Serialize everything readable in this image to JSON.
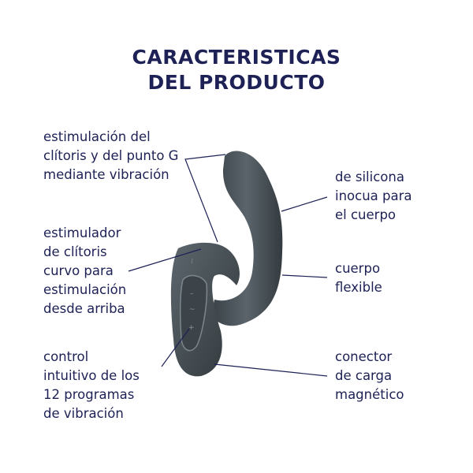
{
  "title": {
    "line1": "CARACTERISTICAS",
    "line2": "DEL PRODUCTO"
  },
  "labels": {
    "gspot": [
      "estimulación del",
      "clítoris y del punto G",
      "mediante vibración"
    ],
    "curved": [
      "estimulador",
      "de clítoris",
      "curvo para",
      "estimulación",
      "desde arriba"
    ],
    "control": [
      "control",
      "intuitivo de los",
      "12 programas",
      "de vibración"
    ],
    "silicone": [
      "de silicona",
      "inocua para",
      "el cuerpo"
    ],
    "flexible": [
      "cuerpo",
      "flexible"
    ],
    "charger": [
      "conector",
      "de carga",
      "magnético"
    ]
  },
  "colors": {
    "text": "#1d2155",
    "product": "#4a5359",
    "background": "#ffffff"
  }
}
